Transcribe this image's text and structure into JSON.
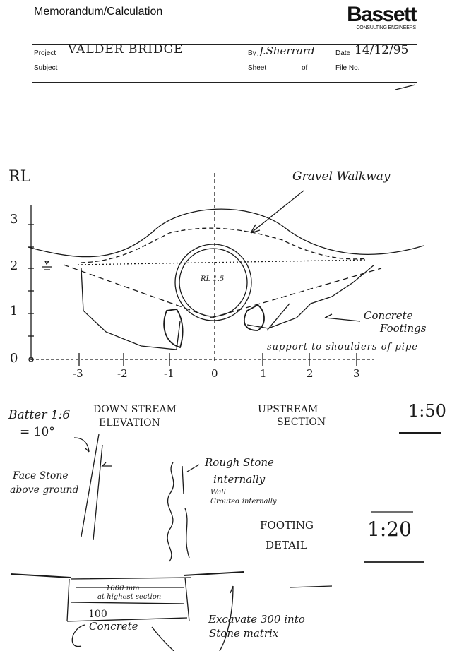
{
  "header": {
    "title": "Memorandum/Calculation",
    "logo_name": "Bassett",
    "logo_tagline": "CONSULTING ENGINEERS"
  },
  "form": {
    "project_label": "Project",
    "project_value": "VALDER BRIDGE",
    "by_label": "By",
    "by_value": "J.Sherrard",
    "date_label": "Date",
    "date_value": "14/12/95",
    "subject_label": "Subject",
    "sheet_label": "Sheet",
    "of_label": "of",
    "file_label": "File No."
  },
  "elevation_sketch": {
    "y_axis_label": "RL",
    "y_ticks": [
      "3",
      "2",
      "1",
      "0"
    ],
    "x_ticks": [
      "-3",
      "-2",
      "-1",
      "0",
      "1",
      "2",
      "3"
    ],
    "pipe_label": "RL 1.5",
    "gravel_label": "Gravel Walkway",
    "footing_label_1": "Concrete",
    "footing_label_2": "Footings",
    "support_note": "support to shoulders of pipe"
  },
  "titles": {
    "downstream_1": "DOWN STREAM",
    "downstream_2": "ELEVATION",
    "upstream_1": "UPSTREAM",
    "upstream_2": "SECTION",
    "scale_1": "1:50",
    "footing_1": "FOOTING",
    "footing_2": "DETAIL",
    "scale_2": "1:20"
  },
  "footing_sketch": {
    "batter_1": "Batter 1:6",
    "batter_2": "= 10°",
    "face_stone_1": "Face Stone",
    "face_stone_2": "above ground",
    "rough_stone_1": "Rough Stone",
    "rough_stone_2": "internally",
    "wall_note_1": "Wall",
    "wall_note_2": "Grouted internally",
    "width_note_1": "1000 mm",
    "width_note_2": "at highest section",
    "concrete_1": "100",
    "concrete_2": "Concrete",
    "excavate_1": "Excavate 300 into",
    "excavate_2": "Stone matrix"
  }
}
